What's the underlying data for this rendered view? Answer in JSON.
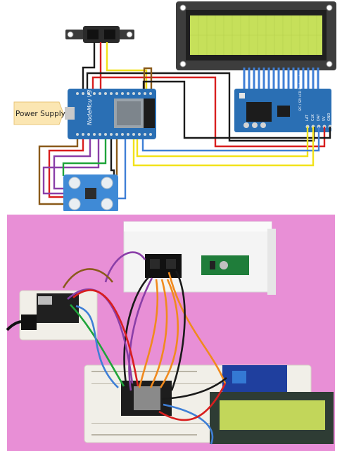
{
  "diagram": {
    "power_supply_label": "Power Supply",
    "nodemcu_label": "NodeMcu V3",
    "lcd_backpack_label": "I2C / SPI LCD Backpack",
    "lcd_backpack_pins": [
      "LAT",
      "CLK",
      "DAT",
      "5V",
      "GND"
    ]
  },
  "colors": {
    "lcd_glass": "#c6e05a",
    "lcd_frame": "#3d3d3d",
    "nodemcu_board": "#2a6fb4",
    "backpack_board": "#2a6fb4",
    "color_sensor_board": "#3f8ad6",
    "photo_background": "#e88fd6",
    "breadboard": "#f1efe8",
    "wire_red": "#d81e1e",
    "wire_black": "#1a1a1a",
    "wire_yellow": "#f2e21a",
    "wire_blue": "#3f7fd6",
    "wire_brown": "#8a5a1a",
    "wire_purple": "#8a3fa8",
    "wire_green": "#1fa43a",
    "wire_orange": "#f08a1e"
  }
}
